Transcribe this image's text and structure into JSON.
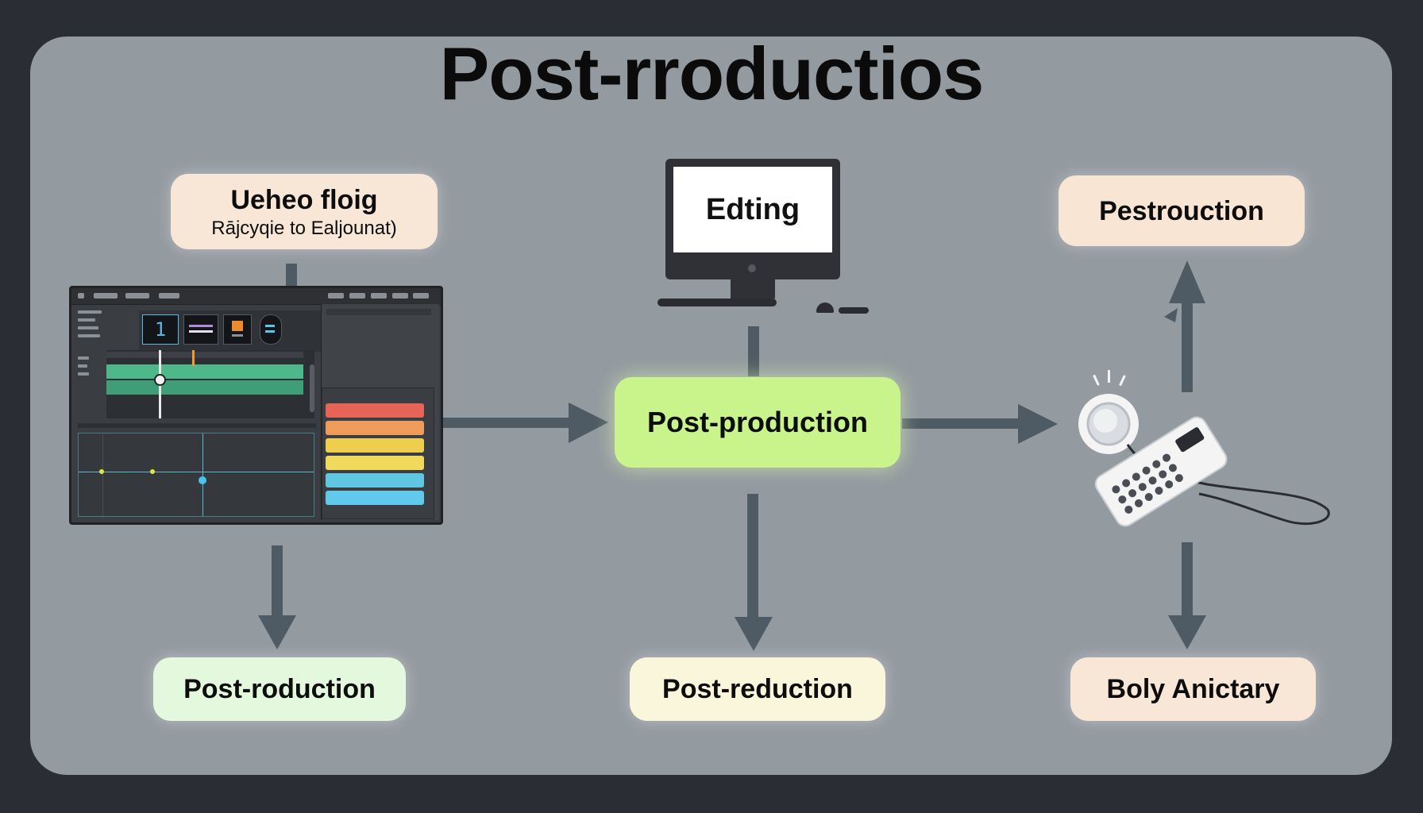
{
  "title": "Post-rroductios",
  "nodes": {
    "top_left": {
      "label": "Ueheo floig",
      "sublabel": "Rājcyqie to Ealjounat)"
    },
    "top_center_screen": {
      "label": "Edting"
    },
    "top_right": {
      "label": "Pestrouction"
    },
    "center": {
      "label": "Post-production"
    },
    "bottom_left": {
      "label": "Post-roduction"
    },
    "bottom_center": {
      "label": "Post-reduction"
    },
    "bottom_right": {
      "label": "Boly Anictary"
    }
  },
  "colors": {
    "background_outer": "#2a2d33",
    "panel": "#939aa0",
    "arrow": "#4f5b64",
    "center_node": "#c8f48b",
    "peach_node": "#f8e6d6",
    "mint_node": "#e3f8dc",
    "cream_node": "#faf6dc",
    "track_green": "#4fb88a"
  },
  "icons": [
    "video-editor-mockup",
    "desktop-monitor-icon",
    "light-bulb-icon",
    "remote-control-icon"
  ],
  "editor_mockup": {
    "preview_number": "1",
    "swatch_colors": [
      "#e66358",
      "#ee9b5c",
      "#efcd4f",
      "#f1d95b",
      "#60c7e0",
      "#62c8ec"
    ]
  }
}
